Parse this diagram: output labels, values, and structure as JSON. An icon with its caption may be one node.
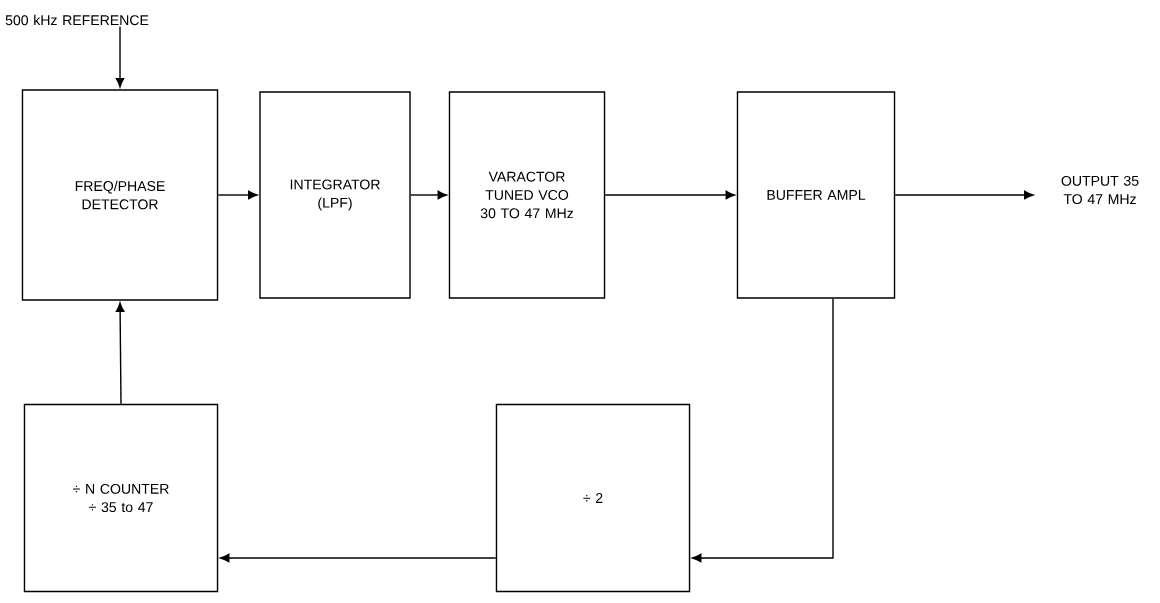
{
  "diagram": {
    "nodes": [
      {
        "text": [
          "500 kHz REFERENCE"
        ]
      },
      {
        "text": [
          "FREQ/PHASE DETECTOR"
        ]
      },
      {
        "text": [
          "INTEGRATOR (LPF)"
        ]
      },
      {
        "text": [
          "VARACTOR TUNED VCO 30 TO 47 MHz"
        ]
      },
      {
        "text": [
          "BUFFER AMPL"
        ]
      },
      {
        "text": [
          "OUTPUT 35 TO 47 MHz"
        ]
      },
      {
        "text": [
          "÷ N COUNTER ÷ 35 to 47"
        ]
      },
      {
        "text": [
          "÷ 2"
        ]
      }
    ],
    "edges": [
      {
        "from": 0,
        "to": 1,
        "arrow": "to"
      },
      {
        "from": 1,
        "to": 2,
        "arrow": "to"
      },
      {
        "from": 2,
        "to": 3,
        "arrow": "to"
      },
      {
        "from": 3,
        "to": 4,
        "arrow": "to"
      },
      {
        "from": 4,
        "to": 5,
        "arrow": "to"
      },
      {
        "from": 4,
        "to": 7,
        "arrow": "to"
      },
      {
        "from": 7,
        "to": 6,
        "arrow": "to"
      },
      {
        "from": 6,
        "to": 1,
        "arrow": "to"
      }
    ]
  }
}
